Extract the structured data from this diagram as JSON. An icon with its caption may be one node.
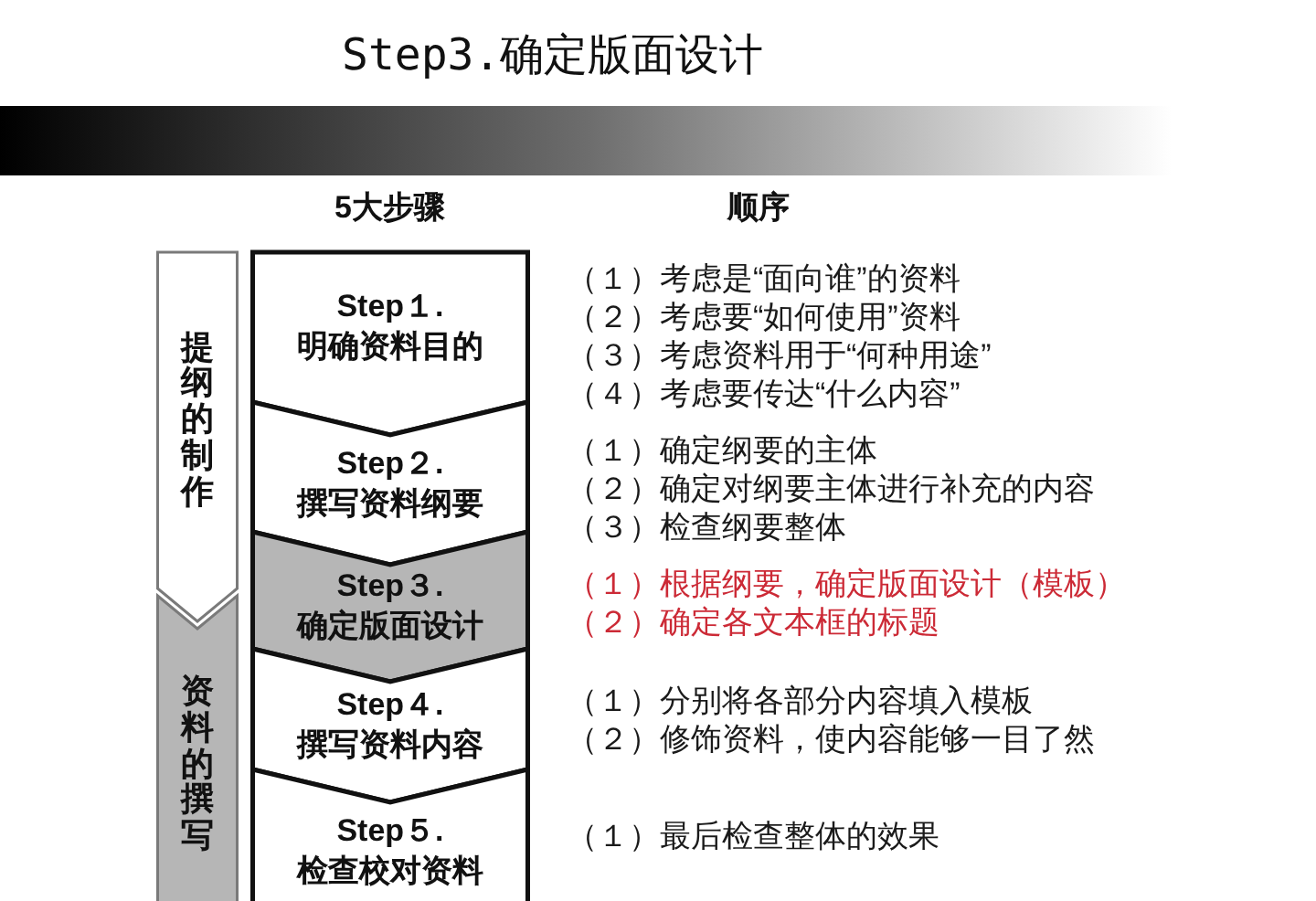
{
  "diagram": {
    "title": "Step3.确定版面设计",
    "nodes": [
      {
        "text": [],
        "shape": "bar"
      },
      {
        "text": [
          "提纲的制作"
        ]
      },
      {
        "text": [
          "资料的撰写"
        ]
      },
      {
        "text": [
          "Step１.",
          "明确资料目的"
        ],
        "beside": [
          "（１）考虑是“面向谁”的资料",
          "（２）考虑要“如何使用”资料",
          "（３）考虑资料用于“何种用途”",
          "（４）考虑要传达“什么内容”"
        ]
      },
      {
        "text": [
          "Step２.",
          "撰写资料纲要"
        ],
        "beside": [
          "（１）确定纲要的主体",
          "（２）确定对纲要主体进行补充的内容",
          "（３）检查纲要整体"
        ]
      },
      {
        "text": [
          "Step３.",
          "确定版面设计"
        ],
        "beside": [
          "（１）根据纲要，确定版面设计（模板）",
          "（２）确定各文本框的标题"
        ]
      },
      {
        "text": [
          "Step４.",
          "撰写资料内容"
        ],
        "beside": [
          "（１）分别将各部分内容填入模板",
          "（２）修饰资料，使内容能够一目了然"
        ]
      },
      {
        "text": [
          "Step５.",
          "检查校对资料"
        ],
        "beside": [
          "（１）最后检查整体的效果"
        ]
      }
    ],
    "labels": [
      "5大步骤",
      "顺序"
    ]
  }
}
